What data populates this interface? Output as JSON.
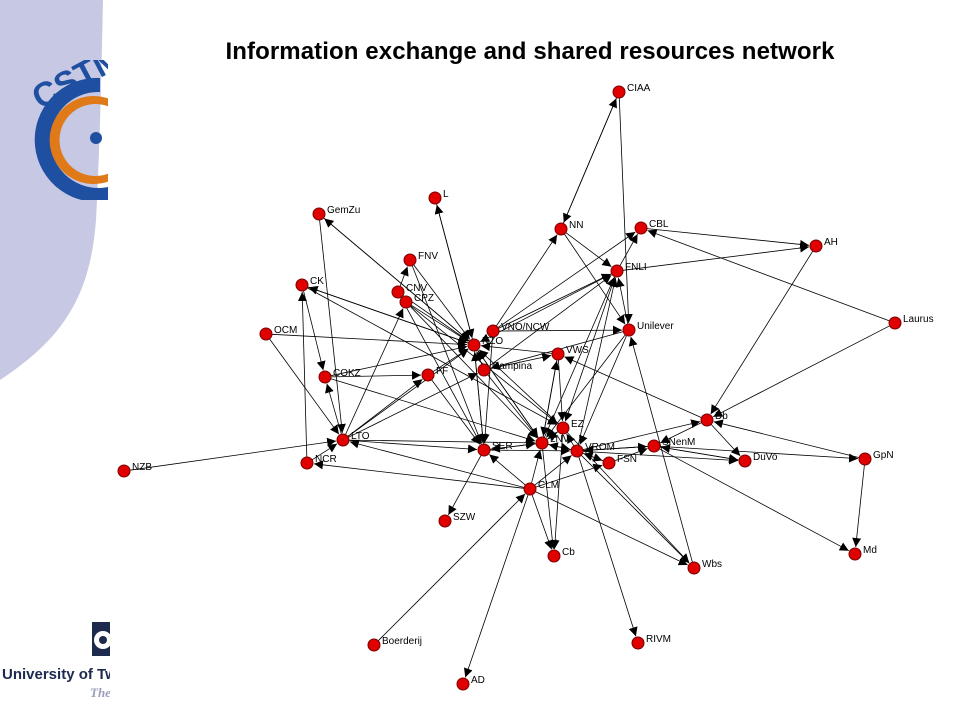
{
  "title": "Information exchange and shared resources network",
  "branding": {
    "logo_text": "CSTM",
    "university_text": "University of Twente",
    "tagline_text": "The entrepreneurial university"
  },
  "colors": {
    "node_fill": "#e00000",
    "node_stroke": "#7a0000",
    "edge": "#000000",
    "band": "#c6c8e4",
    "logo_blue": "#1f4fa0",
    "logo_orange": "#e07a18"
  },
  "nodes": [
    {
      "id": "CIAA"
    },
    {
      "id": "L"
    },
    {
      "id": "GemZu"
    },
    {
      "id": "NN"
    },
    {
      "id": "CBL"
    },
    {
      "id": "AH"
    },
    {
      "id": "FNV"
    },
    {
      "id": "FNLI"
    },
    {
      "id": "CK"
    },
    {
      "id": "CNV"
    },
    {
      "id": "CPZ"
    },
    {
      "id": "Laurus"
    },
    {
      "id": "OCM"
    },
    {
      "id": "VNO/NCW"
    },
    {
      "id": "Unilever"
    },
    {
      "id": "NZO"
    },
    {
      "id": "VWS"
    },
    {
      "id": "COKZ"
    },
    {
      "id": "FF"
    },
    {
      "id": "Campina"
    },
    {
      "id": "Db"
    },
    {
      "id": "EZ"
    },
    {
      "id": "LTO"
    },
    {
      "id": "LNV"
    },
    {
      "id": "SER"
    },
    {
      "id": "VROM"
    },
    {
      "id": "SNenM"
    },
    {
      "id": "NCR"
    },
    {
      "id": "FSN"
    },
    {
      "id": "DuVo"
    },
    {
      "id": "GpN"
    },
    {
      "id": "NZB"
    },
    {
      "id": "CLM"
    },
    {
      "id": "SZW"
    },
    {
      "id": "Cb"
    },
    {
      "id": "Md"
    },
    {
      "id": "Wbs"
    },
    {
      "id": "RIVM"
    },
    {
      "id": "Boerderij"
    },
    {
      "id": "AD"
    }
  ],
  "edges": [
    [
      "NN",
      "CIAA"
    ],
    [
      "CIAA",
      "Unilever"
    ],
    [
      "CIAA",
      "NN"
    ],
    [
      "L",
      "NZO"
    ],
    [
      "NZO",
      "L"
    ],
    [
      "GemZu",
      "NZO"
    ],
    [
      "NZO",
      "GemZu"
    ],
    [
      "GemZu",
      "LTO"
    ],
    [
      "VNO/NCW",
      "NN"
    ],
    [
      "NN",
      "FNLI"
    ],
    [
      "NN",
      "Unilever"
    ],
    [
      "CBL",
      "AH"
    ],
    [
      "Laurus",
      "CBL"
    ],
    [
      "FNLI",
      "CBL"
    ],
    [
      "VNO/NCW",
      "CBL"
    ],
    [
      "FNLI",
      "AH"
    ],
    [
      "AH",
      "Db"
    ],
    [
      "Laurus",
      "Db"
    ],
    [
      "FNV",
      "NZO"
    ],
    [
      "CNV",
      "FNV"
    ],
    [
      "FNV",
      "SER"
    ],
    [
      "VNO/NCW",
      "FNLI"
    ],
    [
      "FNLI",
      "NZO"
    ],
    [
      "Unilever",
      "FNLI"
    ],
    [
      "Campina",
      "FNLI"
    ],
    [
      "LNV",
      "FNLI"
    ],
    [
      "VROM",
      "FNLI"
    ],
    [
      "FNLI",
      "EZ"
    ],
    [
      "CK",
      "NZO"
    ],
    [
      "NZO",
      "CK"
    ],
    [
      "CK",
      "COKZ"
    ],
    [
      "CK",
      "EZ"
    ],
    [
      "CNV",
      "NZO"
    ],
    [
      "CNV",
      "SER"
    ],
    [
      "CPZ",
      "NZO"
    ],
    [
      "CPZ",
      "LNV"
    ],
    [
      "LTO",
      "CPZ"
    ],
    [
      "CPZ",
      "EZ"
    ],
    [
      "OCM",
      "NZO"
    ],
    [
      "OCM",
      "LTO"
    ],
    [
      "VNO/NCW",
      "SER"
    ],
    [
      "VNO/NCW",
      "Unilever"
    ],
    [
      "Unilever",
      "LNV"
    ],
    [
      "Unilever",
      "VROM"
    ],
    [
      "VWS",
      "NZO"
    ],
    [
      "VWS",
      "LNV"
    ],
    [
      "LNV",
      "VWS"
    ],
    [
      "VWS",
      "EZ"
    ],
    [
      "Db",
      "VWS"
    ],
    [
      "COKZ",
      "NZO"
    ],
    [
      "COKZ",
      "LNV"
    ],
    [
      "LTO",
      "COKZ"
    ],
    [
      "COKZ",
      "FF"
    ],
    [
      "FF",
      "NZO"
    ],
    [
      "FF",
      "SER"
    ],
    [
      "LTO",
      "FF"
    ],
    [
      "Campina",
      "NZO"
    ],
    [
      "Campina",
      "LNV"
    ],
    [
      "LTO",
      "Campina"
    ],
    [
      "Campina",
      "VWS"
    ],
    [
      "Db",
      "SNenM"
    ],
    [
      "Db",
      "DuVo"
    ],
    [
      "VROM",
      "Db"
    ],
    [
      "GpN",
      "Db"
    ],
    [
      "LNV",
      "EZ"
    ],
    [
      "EZ",
      "LNV"
    ],
    [
      "VROM",
      "EZ"
    ],
    [
      "LTO",
      "SER"
    ],
    [
      "LTO",
      "LNV"
    ],
    [
      "NZB",
      "LTO"
    ],
    [
      "LTO",
      "NZO"
    ],
    [
      "LNV",
      "VROM"
    ],
    [
      "VROM",
      "LNV"
    ],
    [
      "LNV",
      "SER"
    ],
    [
      "SER",
      "LNV"
    ],
    [
      "LNV",
      "Cb"
    ],
    [
      "CLM",
      "LNV"
    ],
    [
      "SER",
      "VROM"
    ],
    [
      "SER",
      "SZW"
    ],
    [
      "VROM",
      "SNenM"
    ],
    [
      "SNenM",
      "VROM"
    ],
    [
      "VROM",
      "FSN"
    ],
    [
      "FSN",
      "VROM"
    ],
    [
      "VROM",
      "DuVo"
    ],
    [
      "VROM",
      "Wbs"
    ],
    [
      "VROM",
      "RIVM"
    ],
    [
      "CLM",
      "VROM"
    ],
    [
      "SNenM",
      "GpN"
    ],
    [
      "SNenM",
      "Md"
    ],
    [
      "SNenM",
      "DuVo"
    ],
    [
      "DuVo",
      "SNenM"
    ],
    [
      "FSN",
      "SNenM"
    ],
    [
      "GpN",
      "Md"
    ],
    [
      "CLM",
      "NCR"
    ],
    [
      "CLM",
      "LTO"
    ],
    [
      "CLM",
      "SER"
    ],
    [
      "CLM",
      "Cb"
    ],
    [
      "CLM",
      "Wbs"
    ],
    [
      "CLM",
      "AD"
    ],
    [
      "Boerderij",
      "CLM"
    ],
    [
      "CLM",
      "FSN"
    ],
    [
      "NCR",
      "LTO"
    ],
    [
      "NCR",
      "CK"
    ],
    [
      "EZ",
      "Cb"
    ],
    [
      "EZ",
      "Wbs"
    ],
    [
      "Wbs",
      "Unilever"
    ],
    [
      "Unilever",
      "Campina"
    ],
    [
      "NZO",
      "LNV"
    ],
    [
      "LNV",
      "NZO"
    ],
    [
      "EZ",
      "NZO"
    ],
    [
      "SER",
      "NZO"
    ],
    [
      "NZO",
      "SER"
    ]
  ]
}
